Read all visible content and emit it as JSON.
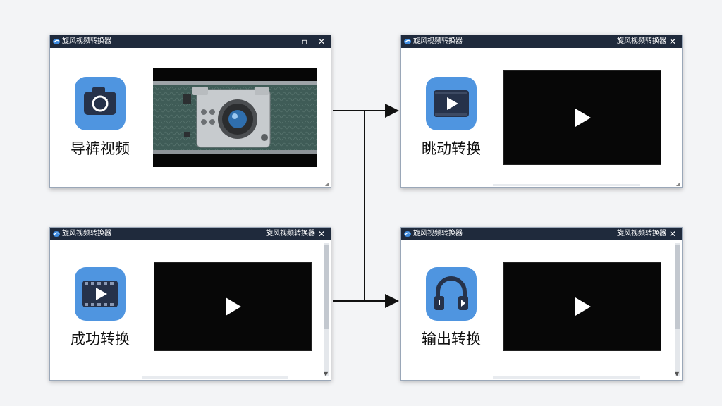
{
  "windows": [
    {
      "id": "import",
      "title": "旋风视频转换器",
      "title_right": "",
      "label": "导裤视频",
      "icon": "camera-icon",
      "content": "camera-photo"
    },
    {
      "id": "converting",
      "title": "旋风视频转换器",
      "title_right": "旋风视频转换器",
      "label": "眺动转换",
      "icon": "video-play-icon",
      "content": "video-player"
    },
    {
      "id": "success",
      "title": "旋风视频转换器",
      "title_right": "旋风视频转换器",
      "label": "成功转换",
      "icon": "film-play-icon",
      "content": "video-player"
    },
    {
      "id": "output",
      "title": "旋风视频转换器",
      "title_right": "旋风视频转换器",
      "label": "输出转换",
      "icon": "headphones-play-icon",
      "content": "video-player"
    }
  ],
  "colors": {
    "titlebar": "#1f2a3c",
    "icon_blue": "#4f95e0",
    "icon_dark": "#26324a",
    "arrow": "#111111"
  }
}
